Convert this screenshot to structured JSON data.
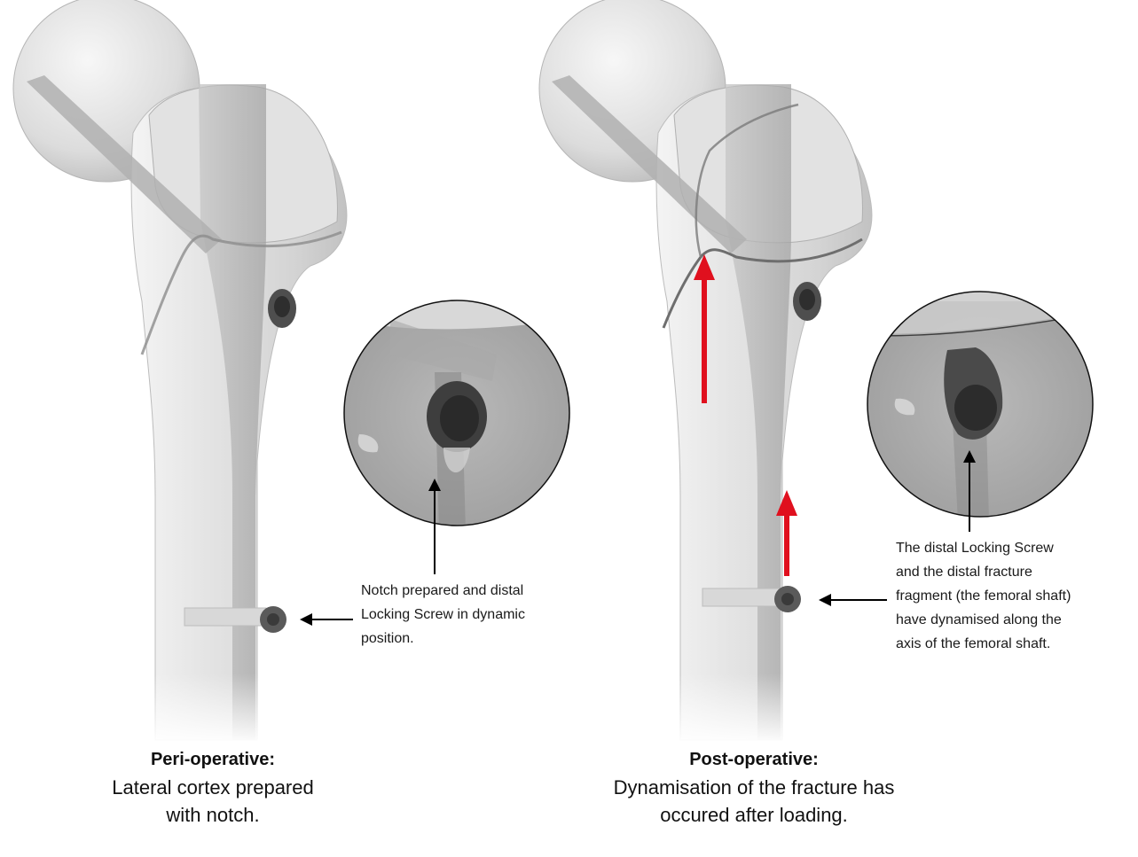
{
  "panels": [
    {
      "id": "peri",
      "annotation_lines": [
        "Notch prepared and distal",
        "Locking Screw in dynamic",
        "position."
      ],
      "caption_title": "Peri-operative:",
      "caption_lines": [
        "Lateral cortex prepared",
        "with notch."
      ]
    },
    {
      "id": "post",
      "annotation_lines": [
        "The distal Locking Screw",
        "and the distal fracture",
        "fragment (the femoral shaft)",
        "have dynamised along the",
        "axis of the femoral shaft."
      ],
      "caption_title": "Post-operative:",
      "caption_lines": [
        "Dynamisation of the fracture has",
        "occured after loading."
      ]
    }
  ],
  "colors": {
    "arrow_black": "#000000",
    "arrow_red": "#e0101e",
    "bone_light": "#ececec",
    "bone_mid": "#cfcfcf",
    "bone_dark": "#9a9a9a",
    "screw": "#4a4a4a",
    "fracture_line": "#6e6e6e"
  }
}
